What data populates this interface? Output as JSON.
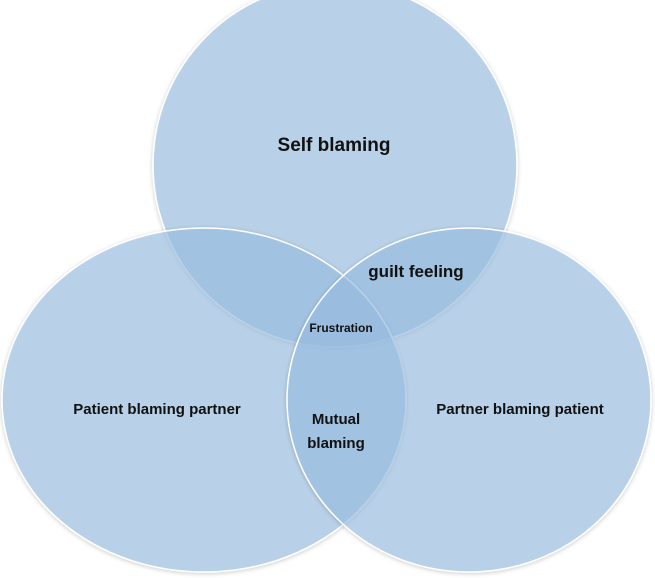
{
  "diagram": {
    "title": "",
    "colors": {
      "circle_fill": "#9dc3e6",
      "circle_stroke": "#ffffff"
    },
    "circles": [
      {
        "name": "self",
        "label": "Self blaming"
      },
      {
        "name": "patient",
        "label": "Patient blaming partner"
      },
      {
        "name": "partner",
        "label": "Partner blaming patient"
      }
    ],
    "overlaps": {
      "self_partner": "guilt feeling",
      "center": "Frustration",
      "patient_partner_line1": "Mutual",
      "patient_partner_line2": "blaming"
    }
  }
}
